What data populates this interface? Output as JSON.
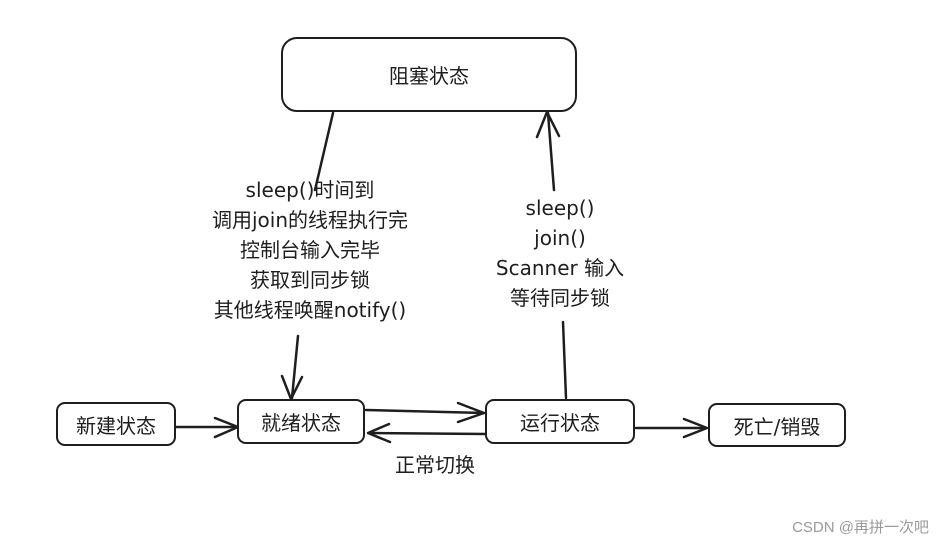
{
  "nodes": {
    "blocked": "阻塞状态",
    "new": "新建状态",
    "ready": "就绪状态",
    "running": "运行状态",
    "dead": "死亡/销毁"
  },
  "edges": {
    "blocked_to_ready": [
      "sleep()时间到",
      "调用join的线程执行完",
      "控制台输入完毕",
      "获取到同步锁",
      "其他线程唤醒notify()"
    ],
    "running_to_blocked": [
      "sleep()",
      "join()",
      "Scanner 输入",
      "等待同步锁"
    ],
    "running_to_ready": "正常切换"
  },
  "watermark": "CSDN @再拼一次吧"
}
